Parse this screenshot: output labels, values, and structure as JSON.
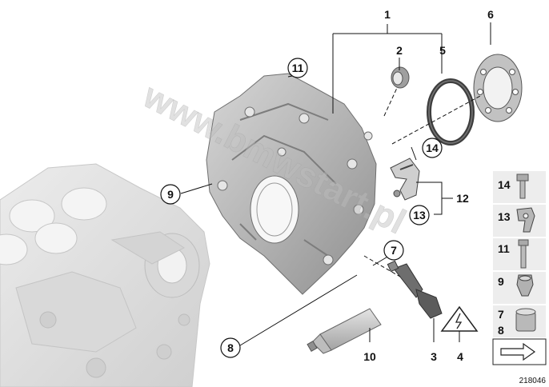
{
  "callouts": {
    "c1": "1",
    "c2": "2",
    "c3": "3",
    "c4": "4",
    "c5": "5",
    "c6": "6",
    "c7": "7",
    "c8": "8",
    "c9": "9",
    "c10": "10",
    "c11": "11",
    "c12": "12",
    "c13": "13",
    "c14": "14"
  },
  "side_panel": {
    "items": [
      {
        "labels": [
          "14"
        ],
        "icon": "bolt-icon"
      },
      {
        "labels": [
          "13"
        ],
        "icon": "bracket-icon"
      },
      {
        "labels": [
          "11"
        ],
        "icon": "long-bolt-icon"
      },
      {
        "labels": [
          "9"
        ],
        "icon": "plug-icon"
      },
      {
        "labels": [
          "7",
          "8"
        ],
        "icon": "sleeve-icon"
      }
    ],
    "nav_icon": "arrow-right-icon"
  },
  "watermark": "www.bmwstart.pl",
  "document_number": "218046",
  "colors": {
    "part_fill": "#b9b9b9",
    "part_dark": "#8c8c8c",
    "block_fill": "#e2e2e2",
    "line": "#111111",
    "panel_bg": "#ededed"
  }
}
